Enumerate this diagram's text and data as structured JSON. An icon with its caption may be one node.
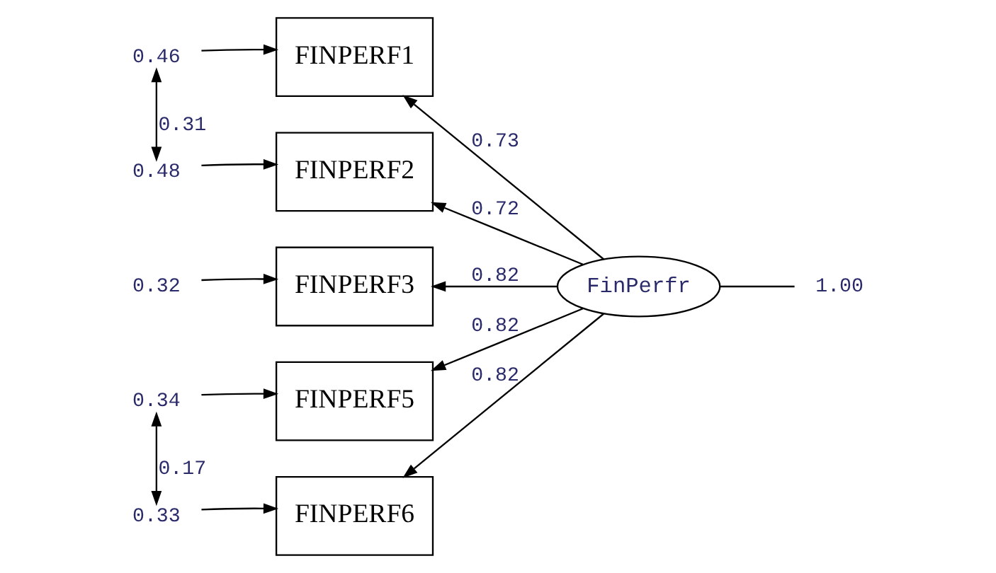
{
  "diagram": {
    "nodes": [
      {
        "text": [
          "FINPERF1"
        ]
      },
      {
        "text": [
          "FINPERF2"
        ]
      },
      {
        "text": [
          "FINPERF3"
        ]
      },
      {
        "text": [
          "FINPERF5"
        ]
      },
      {
        "text": [
          "FINPERF6"
        ]
      },
      {
        "text": [
          "FinPerfr"
        ]
      },
      {
        "text": [
          "0.46"
        ]
      },
      {
        "text": [
          "0.48"
        ]
      },
      {
        "text": [
          "0.32"
        ]
      },
      {
        "text": [
          "0.34"
        ]
      },
      {
        "text": [
          "0.33"
        ]
      },
      {
        "text": [
          "1.00"
        ]
      }
    ],
    "edges": [
      {
        "from": 5,
        "to": 0,
        "arrow": "to",
        "label": "0.73"
      },
      {
        "from": 5,
        "to": 1,
        "arrow": "to",
        "label": "0.72"
      },
      {
        "from": 5,
        "to": 2,
        "arrow": "to",
        "label": "0.82"
      },
      {
        "from": 5,
        "to": 3,
        "arrow": "to",
        "label": "0.82"
      },
      {
        "from": 5,
        "to": 4,
        "arrow": "to",
        "label": "0.82"
      },
      {
        "from": 6,
        "to": 0,
        "arrow": "to"
      },
      {
        "from": 7,
        "to": 1,
        "arrow": "to"
      },
      {
        "from": 8,
        "to": 2,
        "arrow": "to"
      },
      {
        "from": 9,
        "to": 3,
        "arrow": "to"
      },
      {
        "from": 10,
        "to": 4,
        "arrow": "to"
      },
      {
        "from": 6,
        "to": 7,
        "arrow": "both",
        "label": "0.31"
      },
      {
        "from": 9,
        "to": 10,
        "arrow": "both",
        "label": "0.17"
      },
      {
        "from": 11,
        "to": 5,
        "arrow": "none"
      }
    ]
  }
}
